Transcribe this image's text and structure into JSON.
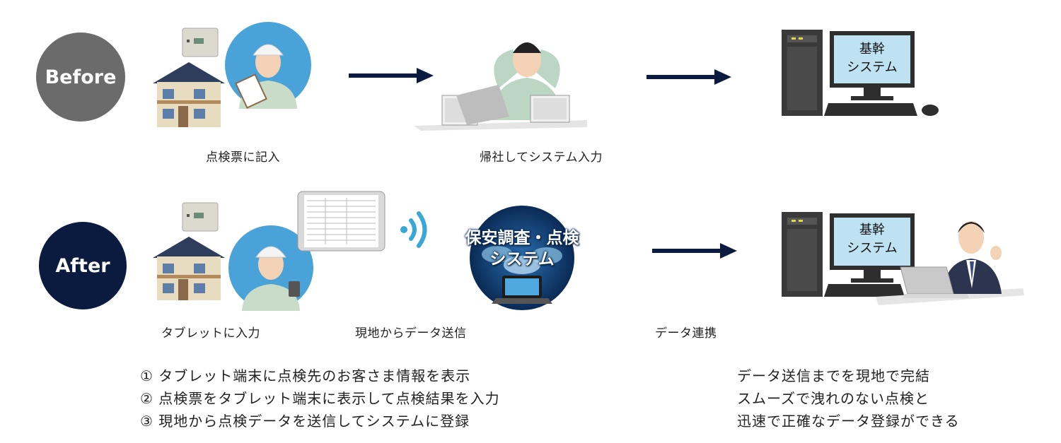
{
  "before": {
    "label": "Before",
    "steps": [
      "点検票に記入",
      "帰社してシステム入力"
    ],
    "screen_text": [
      "基幹",
      "システム"
    ]
  },
  "after": {
    "label": "After",
    "steps": [
      "タブレットに入力",
      "現地からデータ送信",
      "データ連携"
    ],
    "system_title": [
      "保安調査・点検",
      "システム"
    ],
    "screen_text": [
      "基幹",
      "システム"
    ]
  },
  "numbered_list": [
    "① タブレット端末に点検先のお客さま情報を表示",
    "② 点検票をタブレット端末に表示して点検結果を入力",
    "③ 現地から点検データを送信してシステムに登録"
  ],
  "benefits": [
    "データ送信までを現地で完結",
    "スムーズで洩れのない点検と",
    "迅速で正確なデータ登録ができる"
  ],
  "colors": {
    "before_circle": "#6b6b6b",
    "after_circle": "#0b1b3f",
    "arrow": "#0b1b3f",
    "wifi": "#3aa7d9"
  }
}
